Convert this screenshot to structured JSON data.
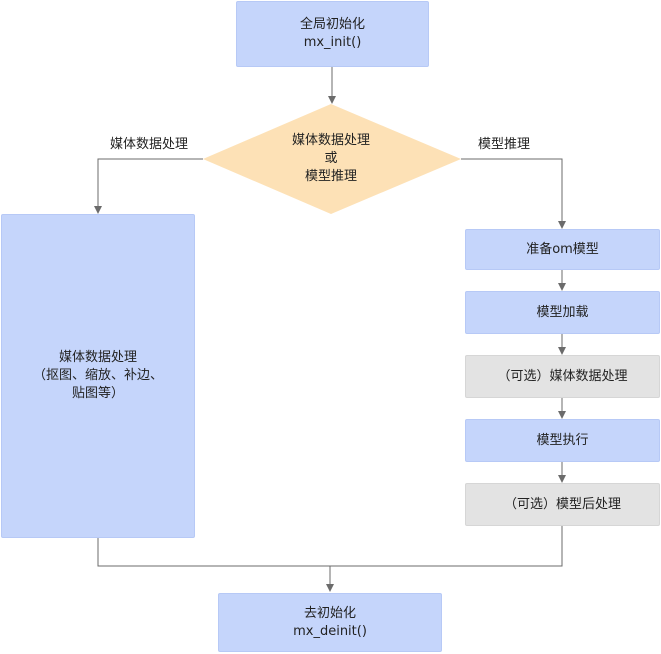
{
  "nodes": {
    "init": {
      "line1": "全局初始化",
      "line2": "mx_init()"
    },
    "decision": {
      "line1": "媒体数据处理",
      "line2": "或",
      "line3": "模型推理"
    },
    "media": {
      "line1": "媒体数据处理",
      "line2": "（抠图、缩放、补边、",
      "line3": "贴图等）"
    },
    "prepare": {
      "label": "准备om模型"
    },
    "load": {
      "label": "模型加载"
    },
    "optional_media": {
      "label": "（可选）媒体数据处理"
    },
    "execute": {
      "label": "模型执行"
    },
    "post": {
      "label": "（可选）模型后处理"
    },
    "deinit": {
      "line1": "去初始化",
      "line2": "mx_deinit()"
    }
  },
  "edges": {
    "left_label": "媒体数据处理",
    "right_label": "模型推理"
  },
  "colors": {
    "process_fill": "#c5d5fb",
    "decision_fill": "#fde1b6",
    "optional_fill": "#e3e3e3",
    "line": "#6b6b6b"
  }
}
